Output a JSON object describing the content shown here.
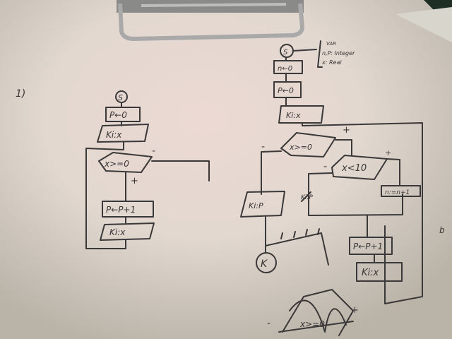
{
  "page": {
    "number_label": "1)"
  },
  "left_flowchart": {
    "start": "S",
    "init": "P←0",
    "read1": "Ki:x",
    "condition": "x>=0",
    "yes": "+",
    "no": "-",
    "increment": "P←P+1",
    "read2": "Ki:x"
  },
  "right_flowchart": {
    "start": "S",
    "var_block": [
      "VAR",
      "n,P: Integer",
      "x: Real"
    ],
    "init_n": "n←0",
    "init_p": "P←0",
    "read1": "Ki:x",
    "condition1": "x>=0",
    "cond1_yes": "+",
    "cond1_no": "-",
    "condition2": "x<10",
    "cond2_yes": "+",
    "cond2_no": "-",
    "count": "n:=n+1",
    "output": "Ki:P",
    "crossed_output": "Ki:P",
    "increment": "P←P+1",
    "read2": "Ki:x",
    "end": "K",
    "loop_mark": "b"
  },
  "bottom_sketch": {
    "condition": "x>=0",
    "yes": "+",
    "no": "-"
  }
}
